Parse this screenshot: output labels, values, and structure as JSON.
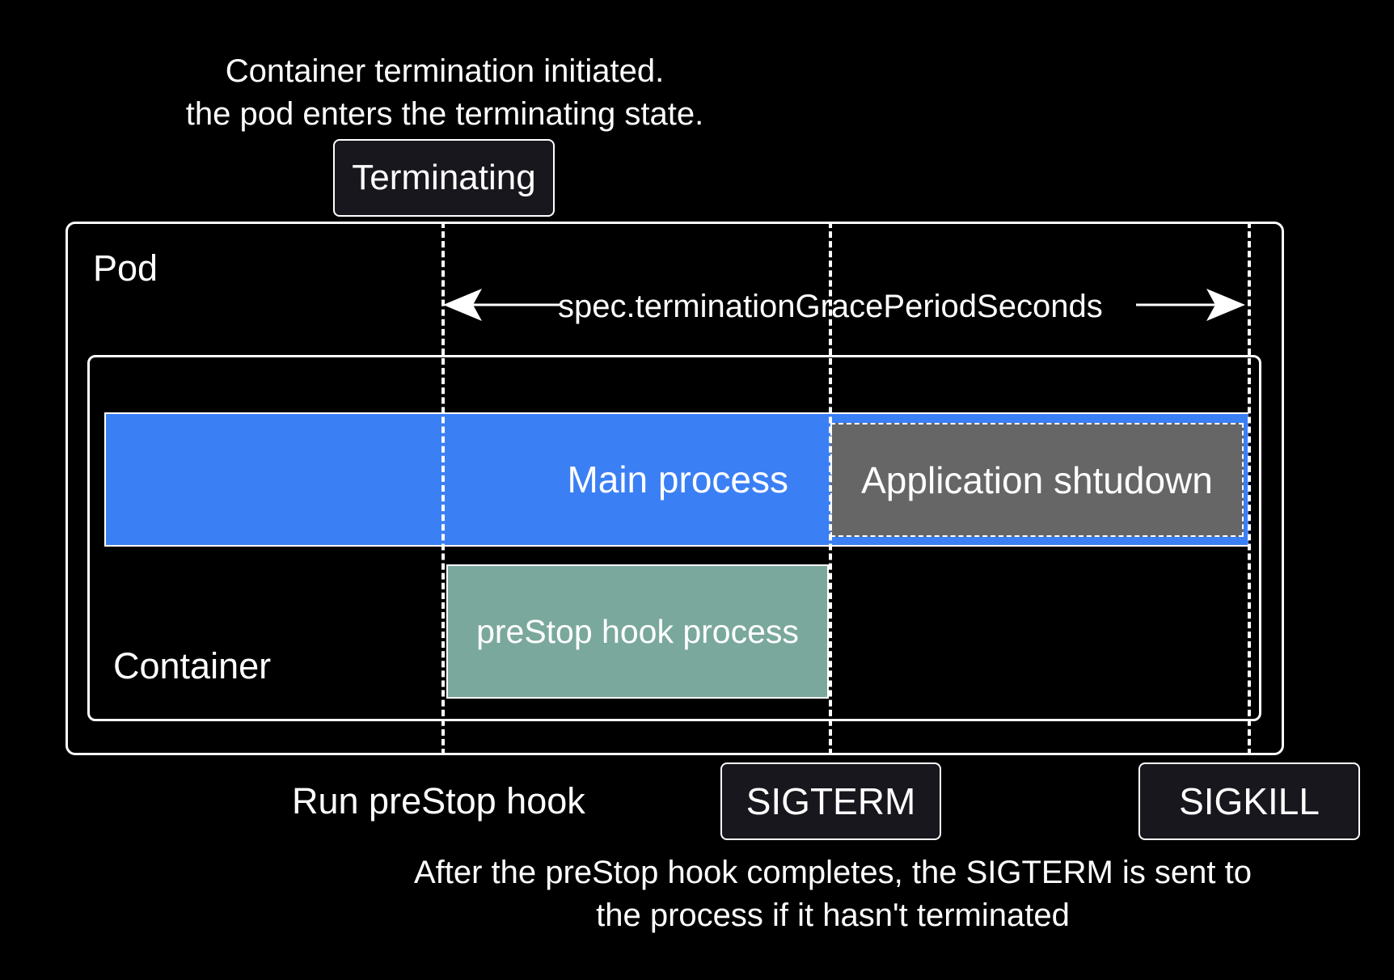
{
  "top_caption": {
    "line1": "Container termination initiated.",
    "line2": "the pod enters the terminating state."
  },
  "terminating_tag": "Terminating",
  "pod_label": "Pod",
  "grace_period_label": "spec.terminationGracePeriodSeconds",
  "container_label": "Container",
  "main_process_label": "Main process",
  "app_shutdown_label": "Application shtudown",
  "prestop_process_label": "preStop hook process",
  "run_prestop_label": "Run preStop hook",
  "sigterm_tag": "SIGTERM",
  "sigkill_tag": "SIGKILL",
  "bottom_caption": {
    "line1": "After the preStop hook completes, the SIGTERM is sent to",
    "line2": "the process if it hasn't terminated"
  },
  "colors": {
    "background": "#000000",
    "main_process": "#3b7ff5",
    "app_shutdown": "#666666",
    "prestop_process": "#7aa89c",
    "tag_fill": "#18171d",
    "line": "#ffffff"
  }
}
